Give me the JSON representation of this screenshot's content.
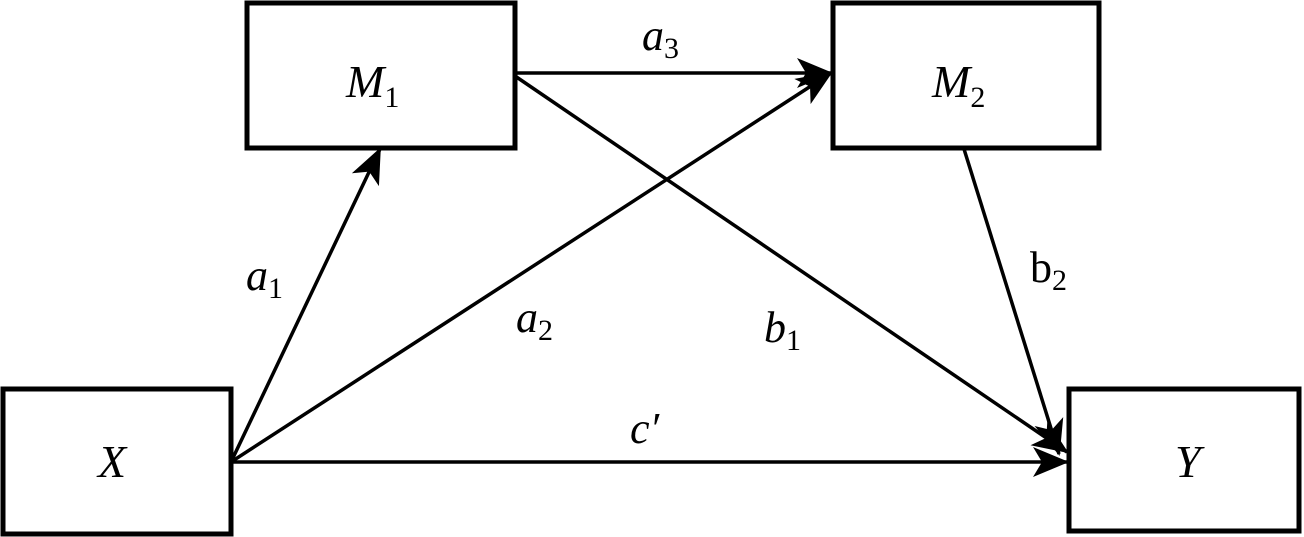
{
  "diagram": {
    "type": "mediation-path-diagram",
    "colors": {
      "stroke": "#000000",
      "background": "#ffffff"
    },
    "nodes": {
      "M1": {
        "name": "M",
        "sub": "1"
      },
      "M2": {
        "name": "M",
        "sub": "2"
      },
      "X": {
        "name": "X",
        "sub": ""
      },
      "Y": {
        "name": "Y",
        "sub": ""
      }
    },
    "edges": {
      "a1": {
        "from": "X",
        "to": "M1",
        "label": "a",
        "sub": "1",
        "italic": true
      },
      "a2": {
        "from": "X",
        "to": "M2",
        "label": "a",
        "sub": "2",
        "italic": true
      },
      "a3": {
        "from": "M1",
        "to": "M2",
        "label": "a",
        "sub": "3",
        "italic": true
      },
      "b1": {
        "from": "M1",
        "to": "Y",
        "label": "b",
        "sub": "1",
        "italic": true
      },
      "b2": {
        "from": "M2",
        "to": "Y",
        "label": "b",
        "sub": "2",
        "italic": false
      },
      "c_prime": {
        "from": "X",
        "to": "Y",
        "label": "c′",
        "sub": "",
        "italic": true
      }
    }
  }
}
